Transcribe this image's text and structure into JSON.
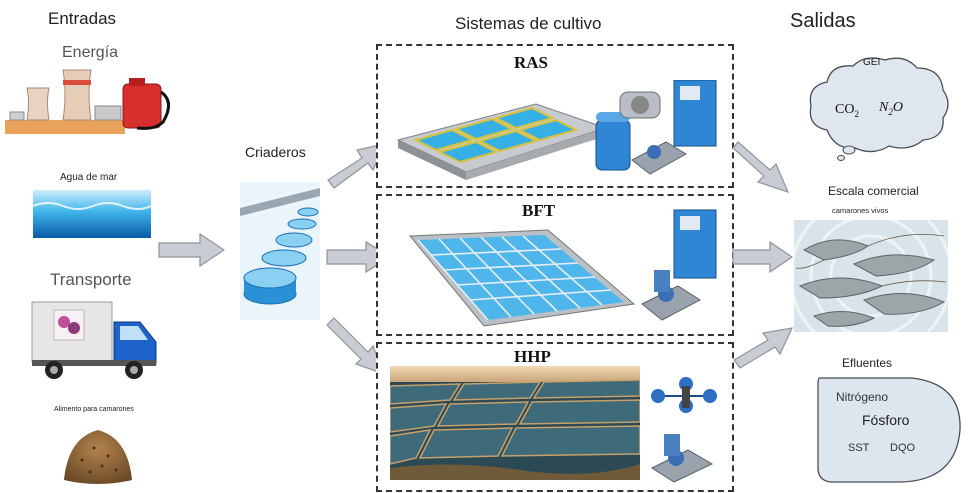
{
  "headers": {
    "inputs": "Entradas",
    "systems": "Sistemas de cultivo",
    "outputs": "Salidas"
  },
  "inputs": {
    "energy": "Energía",
    "seawater": "Agua de mar",
    "transport": "Transporte",
    "feed": "Alimento para camarones"
  },
  "hatchery": {
    "label": "Criaderos"
  },
  "systems": [
    {
      "name": "RAS"
    },
    {
      "name": "BFT"
    },
    {
      "name": "HHP"
    }
  ],
  "outputs": {
    "ghg": {
      "label": "GEI",
      "co2": "CO",
      "co2_sub": "2",
      "n2o_a": "N",
      "n2o_sub": "2",
      "n2o_b": "O"
    },
    "commercial": {
      "label": "Escala comercial",
      "sublabel": "camarones vivos"
    },
    "effluents": {
      "label": "Efluentes",
      "items": [
        "Nitrógeno",
        "Fósforo",
        "SST",
        "DQO"
      ]
    }
  },
  "colors": {
    "arrow_fill": "#c9cdd3",
    "arrow_stroke": "#8d949c",
    "pool_blue": "#3aa7e0",
    "cloud_fill": "#dfe6ee",
    "drop_fill": "#dde5ee"
  }
}
